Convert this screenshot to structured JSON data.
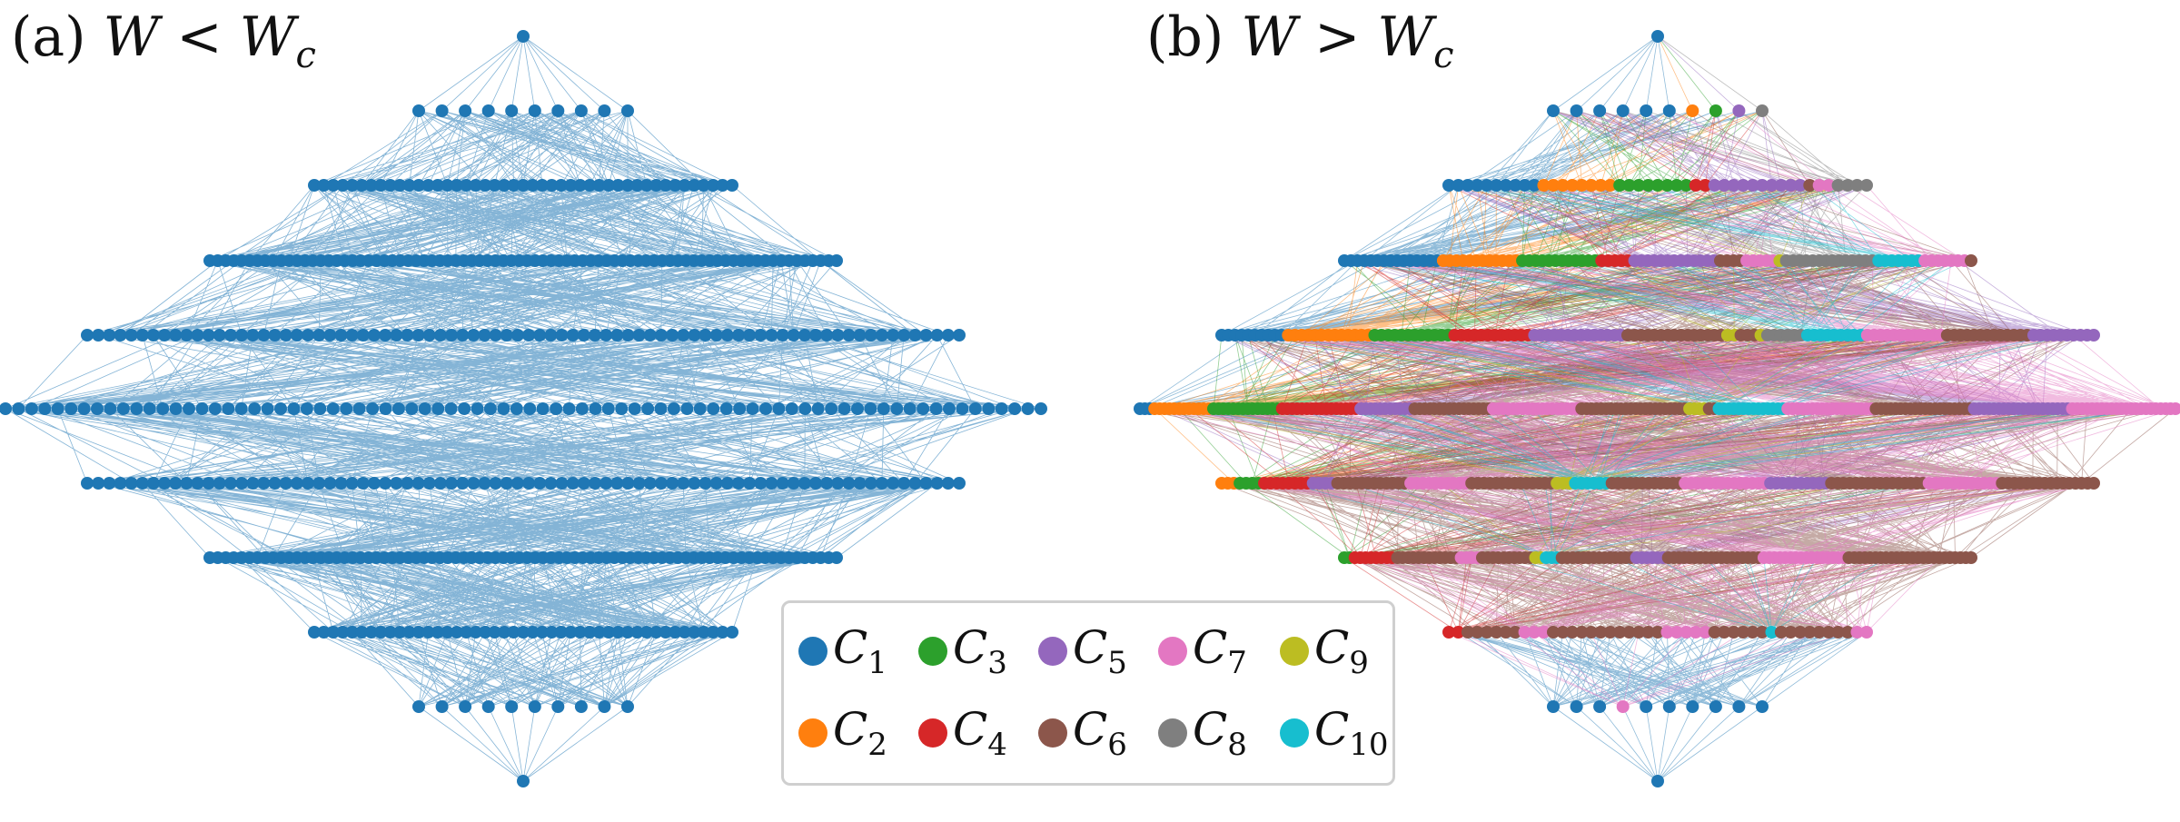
{
  "panels": [
    {
      "id": "a",
      "prefix": "(a)",
      "lhs": "W",
      "op": "<",
      "rhs": "W",
      "sub": "c"
    },
    {
      "id": "b",
      "prefix": "(b)",
      "lhs": "W",
      "op": ">",
      "rhs": "W",
      "sub": "c"
    }
  ],
  "legend": [
    {
      "sym": "C",
      "sub": "1",
      "color": "#1f77b4"
    },
    {
      "sym": "C",
      "sub": "3",
      "color": "#2ca02c"
    },
    {
      "sym": "C",
      "sub": "5",
      "color": "#9467bd"
    },
    {
      "sym": "C",
      "sub": "7",
      "color": "#e377c2"
    },
    {
      "sym": "C",
      "sub": "9",
      "color": "#bcbd22"
    },
    {
      "sym": "C",
      "sub": "2",
      "color": "#ff7f0e"
    },
    {
      "sym": "C",
      "sub": "4",
      "color": "#d62728"
    },
    {
      "sym": "C",
      "sub": "6",
      "color": "#8c564b"
    },
    {
      "sym": "C",
      "sub": "8",
      "color": "#7f7f7f"
    },
    {
      "sym": "C",
      "sub": "10",
      "color": "#17becf"
    }
  ],
  "layers": {
    "node_counts": [
      1,
      10,
      45,
      120,
      210,
      252,
      210,
      120,
      45,
      10,
      1
    ]
  },
  "panel_b_layer_clusters": [
    [
      1
    ],
    [
      1,
      1,
      1,
      1,
      1,
      1,
      2,
      3,
      5,
      8
    ],
    [
      [
        1,
        10
      ],
      [
        2,
        8
      ],
      [
        3,
        8
      ],
      [
        4,
        2
      ],
      [
        5,
        10
      ],
      [
        6,
        1
      ],
      [
        7,
        2
      ],
      [
        8,
        4
      ]
    ],
    [
      [
        1,
        15
      ],
      [
        2,
        12
      ],
      [
        3,
        12
      ],
      [
        4,
        5
      ],
      [
        5,
        13
      ],
      [
        6,
        4
      ],
      [
        7,
        5
      ],
      [
        9,
        1
      ],
      [
        8,
        14
      ],
      [
        10,
        7
      ],
      [
        7,
        7
      ],
      [
        6,
        1
      ]
    ],
    [
      [
        1,
        10
      ],
      [
        2,
        13
      ],
      [
        3,
        12
      ],
      [
        4,
        12
      ],
      [
        5,
        14
      ],
      [
        6,
        15
      ],
      [
        9,
        2
      ],
      [
        6,
        3
      ],
      [
        9,
        1
      ],
      [
        8,
        6
      ],
      [
        10,
        9
      ],
      [
        7,
        12
      ],
      [
        6,
        13
      ],
      [
        5,
        10
      ]
    ],
    [
      [
        1,
        3
      ],
      [
        2,
        12
      ],
      [
        3,
        14
      ],
      [
        4,
        16
      ],
      [
        5,
        11
      ],
      [
        6,
        16
      ],
      [
        7,
        18
      ],
      [
        6,
        22
      ],
      [
        9,
        4
      ],
      [
        6,
        2
      ],
      [
        10,
        14
      ],
      [
        7,
        18
      ],
      [
        6,
        20
      ],
      [
        5,
        20
      ],
      [
        7,
        22
      ]
    ],
    [
      [
        2,
        3
      ],
      [
        3,
        4
      ],
      [
        4,
        8
      ],
      [
        5,
        4
      ],
      [
        6,
        12
      ],
      [
        7,
        10
      ],
      [
        6,
        14
      ],
      [
        9,
        3
      ],
      [
        10,
        6
      ],
      [
        6,
        12
      ],
      [
        7,
        14
      ],
      [
        5,
        10
      ],
      [
        6,
        16
      ],
      [
        7,
        12
      ],
      [
        6,
        16
      ]
    ],
    [
      [
        3,
        2
      ],
      [
        4,
        8
      ],
      [
        6,
        12
      ],
      [
        7,
        4
      ],
      [
        6,
        10
      ],
      [
        9,
        2
      ],
      [
        10,
        3
      ],
      [
        6,
        14
      ],
      [
        5,
        6
      ],
      [
        6,
        18
      ],
      [
        7,
        16
      ],
      [
        6,
        24
      ]
    ],
    [
      [
        4,
        2
      ],
      [
        6,
        6
      ],
      [
        7,
        3
      ],
      [
        6,
        12
      ],
      [
        7,
        5
      ],
      [
        6,
        6
      ],
      [
        10,
        1
      ],
      [
        6,
        8
      ],
      [
        7,
        2
      ]
    ],
    [
      1,
      1,
      1,
      7,
      1,
      1,
      1,
      1,
      1,
      1
    ],
    [
      1
    ]
  ]
}
